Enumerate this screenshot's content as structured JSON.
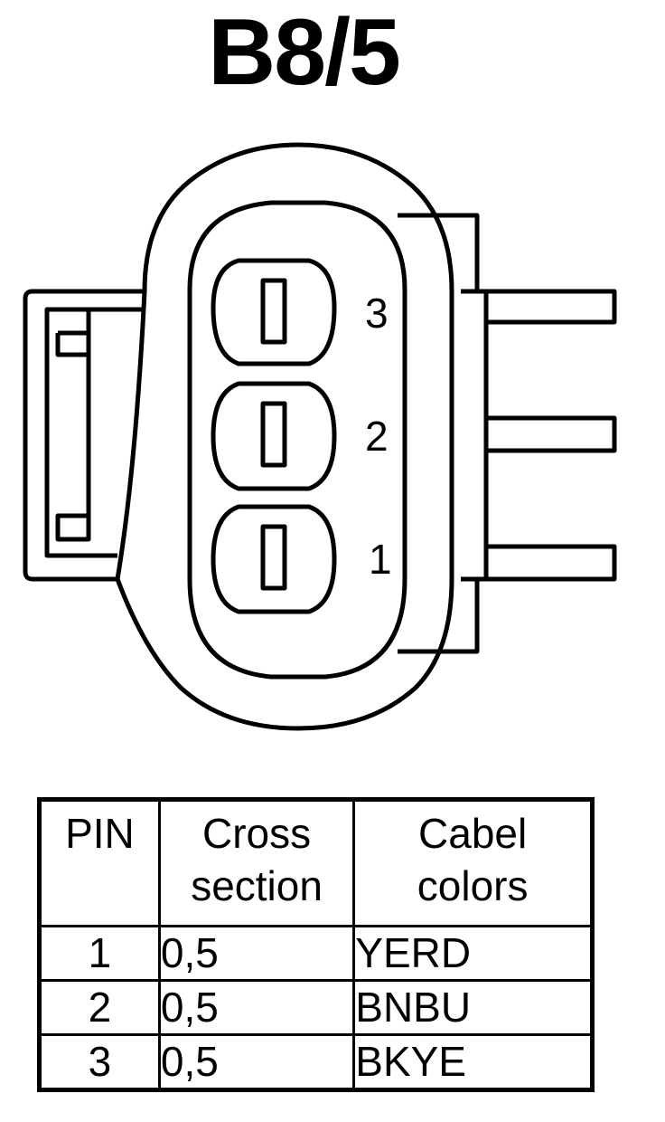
{
  "title": "B8/5",
  "connector": {
    "pin_labels": [
      "3",
      "2",
      "1"
    ]
  },
  "table": {
    "headers": {
      "pin": "PIN",
      "cross_section_line1": "Cross",
      "cross_section_line2": "section",
      "colors_line1": "Cabel",
      "colors_line2": "colors"
    },
    "rows": [
      {
        "pin": "1",
        "cross_section": "0,5",
        "color": "YERD"
      },
      {
        "pin": "2",
        "cross_section": "0,5",
        "color": "BNBU"
      },
      {
        "pin": "3",
        "cross_section": "0,5",
        "color": "BKYE"
      }
    ]
  }
}
